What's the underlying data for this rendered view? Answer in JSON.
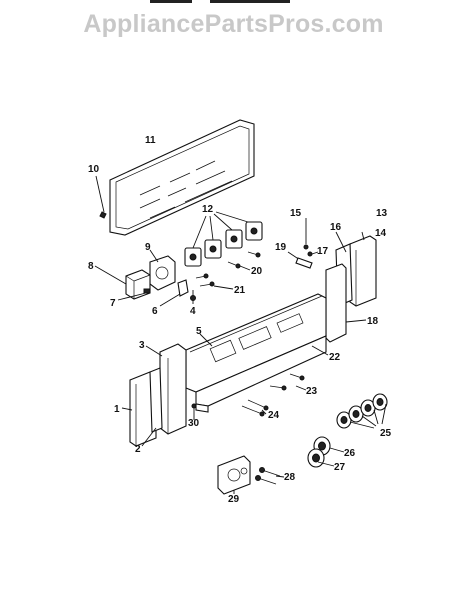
{
  "watermark": "AppliancePartsPros.com",
  "callouts": [
    "1",
    "2",
    "3",
    "4",
    "5",
    "6",
    "7",
    "8",
    "9",
    "10",
    "11",
    "12",
    "13",
    "14",
    "15",
    "16",
    "17",
    "18",
    "19",
    "20",
    "21",
    "22",
    "23",
    "24",
    "25",
    "26",
    "27",
    "28",
    "29",
    "30"
  ]
}
